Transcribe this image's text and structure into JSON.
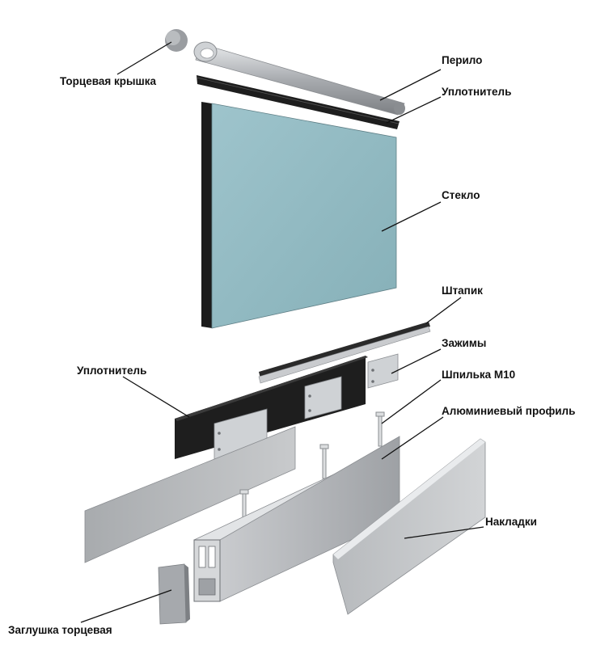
{
  "labels": {
    "end_cap": "Торцевая крышка",
    "handrail": "Перило",
    "top_seal": "Уплотнитель",
    "glass": "Стекло",
    "glazing_bead": "Штапик",
    "clamps": "Зажимы",
    "stud": "Шпилька М10",
    "side_seal": "Уплотнитель",
    "aluminum_profile": "Алюминиевый профиль",
    "cladding": "Накладки",
    "end_plug": "Заглушка торцевая"
  },
  "colors": {
    "glass": "#8fb8c0",
    "aluminum": "#b4b7ba",
    "seal": "#1e1e1e",
    "label": "#111111"
  }
}
